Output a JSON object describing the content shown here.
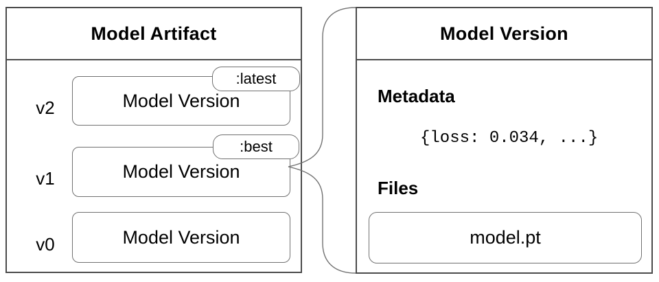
{
  "diagram": {
    "left_panel": {
      "title": "Model Artifact",
      "rows": [
        {
          "version": "v2",
          "label": "Model Version",
          "tag": ":latest"
        },
        {
          "version": "v1",
          "label": "Model Version",
          "tag": ":best"
        },
        {
          "version": "v0",
          "label": "Model Version"
        }
      ]
    },
    "right_panel": {
      "title": "Model Version",
      "metadata": {
        "heading": "Metadata",
        "value": "{loss: 0.034, ...}"
      },
      "files": {
        "heading": "Files",
        "file_name": "model.pt"
      }
    }
  },
  "colors": {
    "panel-border": "#4a4a4a",
    "box-border": "#707070",
    "connector": "#707070",
    "text": "#000000",
    "background": "#ffffff"
  }
}
